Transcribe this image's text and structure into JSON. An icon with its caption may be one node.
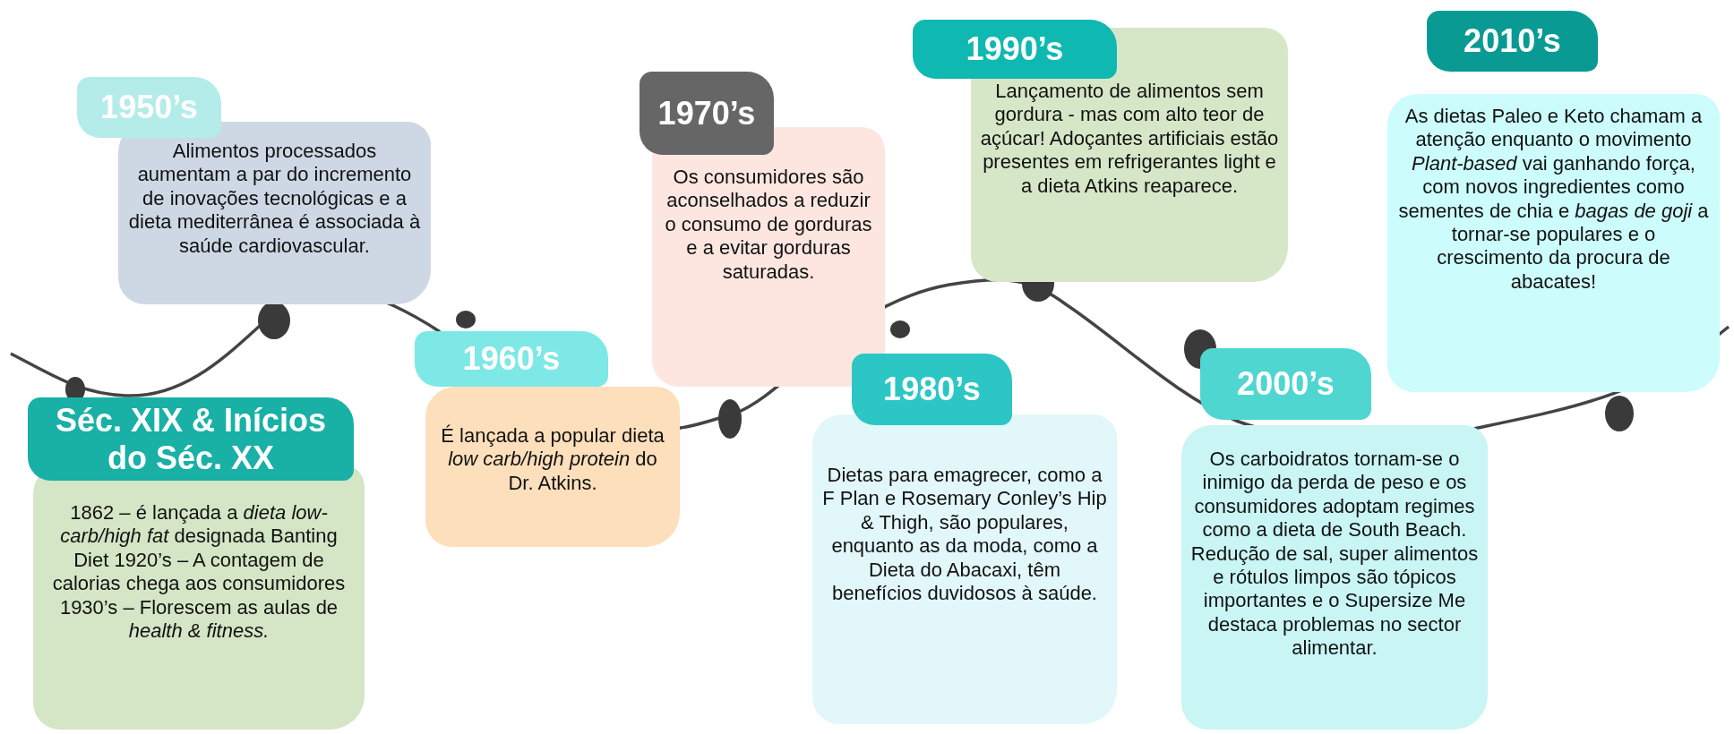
{
  "diagram": {
    "nodes": [
      {
        "text": [
          "1950’s",
          "Alimentos processados aumentam a par do incremento de inovações tecnológicas e a dieta mediterrânea é associada à saúde cardiovascular."
        ]
      },
      {
        "text": [
          "Séc. XIX & Inícios do Séc. XX",
          "1862 – é lançada a *dieta low-carb/high fat* designada Banting Diet 1920’s – A contagem de calorias chega aos consumidores 1930’s – Florescem as aulas de *health & fitness.*"
        ]
      },
      {
        "text": [
          "1960’s",
          "É lançada a popular dieta *low carb/high protein* do Dr. Atkins."
        ]
      },
      {
        "text": [
          "1970’s",
          "Os consumidores são aconselhados a reduzir o consumo de gorduras e a evitar gorduras saturadas."
        ]
      },
      {
        "text": [
          "1980’s",
          "Dietas para emagrecer, como a F Plan e Rosemary Conley’s Hip & Thigh, são populares, enquanto as da moda, como a Dieta do Abacaxi, têm benefícios duvidosos à saúde."
        ]
      },
      {
        "text": [
          "1990’s",
          "Lançamento de alimentos sem gordura - mas com alto teor de açúcar! Adoçantes artificiais estão presentes em refrigerantes light e a dieta Atkins reaparece."
        ]
      },
      {
        "text": [
          "2000’s",
          "Os carboidratos tornam-se o inimigo da perda de peso e os consumidores adoptam regimes como a dieta de South Beach. Redução de sal, super alimentos e rótulos limpos são tópicos importantes e o Supersize Me destaca problemas no sector alimentar."
        ]
      },
      {
        "text": [
          "2010’s",
          "As dietas Paleo e Keto chamam a atenção enquanto o movimento *Plant-based* vai ganhando força, com novos ingredientes como sementes de chia e *bagas de goji* a tornar-se populares e o crescimento da procura de abacates!"
        ]
      }
    ]
  }
}
